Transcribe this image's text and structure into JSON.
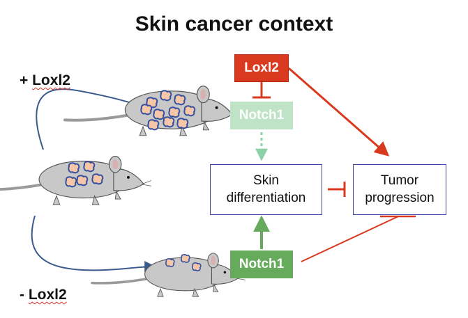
{
  "title": "Skin cancer context",
  "labels": {
    "plus": {
      "sign": "+ ",
      "gene": "Loxl2"
    },
    "minus": {
      "sign": "- ",
      "gene": "Loxl2"
    }
  },
  "nodes": {
    "loxl2": "Loxl2",
    "notch1_faded": "Notch1",
    "skin_differentiation": "Skin differentiation",
    "tumor_progression": "Tumor progression",
    "notch1": "Notch1"
  },
  "colors": {
    "loxl2_fill": "#d93a1f",
    "notch1_fill": "#66ab5c",
    "notch1_faded_fill": "#bfe3c6",
    "inhibit_red": "#d93a1f",
    "activate_green": "#66ab5c",
    "faded_green": "#8dd1a8",
    "box_border": "#3b3fa8",
    "curve_arrow": "#3b5a8c",
    "mouse_body": "#c8c8c8",
    "tumor_outline": "#3550a0",
    "tumor_fill": "#f5c6a8"
  },
  "icons": [
    "mouse-icon",
    "mouse-icon",
    "mouse-icon"
  ]
}
